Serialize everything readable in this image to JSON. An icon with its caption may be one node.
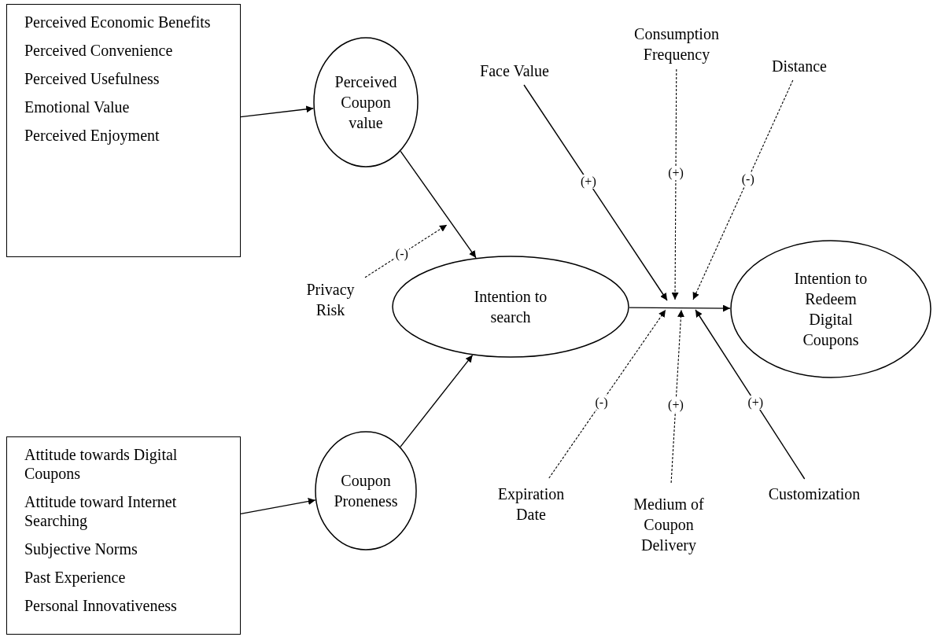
{
  "diagram": {
    "nodes": [
      {
        "text": [
          "Perceived Economic Benefits",
          "Perceived Convenience",
          "Perceived Usefulness",
          "Emotional Value",
          "Perceived Enjoyment"
        ]
      },
      {
        "text": [
          "Perceived Coupon value"
        ]
      },
      {
        "text": [
          "Privacy Risk"
        ]
      },
      {
        "text": [
          "Intention to search"
        ]
      },
      {
        "text": [
          "Attitude towards Digital Coupons",
          "Attitude toward Internet Searching",
          "Subjective Norms",
          "Past Experience",
          "Personal Innovativeness"
        ]
      },
      {
        "text": [
          "Coupon Proneness"
        ]
      },
      {
        "text": [
          "Face Value"
        ]
      },
      {
        "text": [
          "Consumption Frequency"
        ]
      },
      {
        "text": [
          "Distance"
        ]
      },
      {
        "text": [
          "Intention to Redeem Digital Coupons"
        ]
      },
      {
        "text": [
          "Expiration Date"
        ]
      },
      {
        "text": [
          "Medium of Coupon Delivery"
        ]
      },
      {
        "text": [
          "Customization"
        ]
      }
    ],
    "edges": [
      {
        "from": 0,
        "to": 1,
        "arrow": "to"
      },
      {
        "from": 1,
        "to": 3,
        "arrow": "to"
      },
      {
        "from": 2,
        "to": null,
        "arrow": "to",
        "label": "(-)",
        "style": "dashed"
      },
      {
        "from": 4,
        "to": 5,
        "arrow": "to"
      },
      {
        "from": 5,
        "to": 3,
        "arrow": "to"
      },
      {
        "from": 3,
        "to": 9,
        "arrow": "to"
      },
      {
        "from": 6,
        "to": null,
        "arrow": "to",
        "label": "(+)"
      },
      {
        "from": 7,
        "to": null,
        "arrow": "to",
        "label": "(+)",
        "style": "dashed"
      },
      {
        "from": 8,
        "to": null,
        "arrow": "to",
        "label": "(-)",
        "style": "dashed"
      },
      {
        "from": 10,
        "to": null,
        "arrow": "to",
        "label": "(-)",
        "style": "dashed"
      },
      {
        "from": 11,
        "to": null,
        "arrow": "to",
        "label": "(+)",
        "style": "dashed"
      },
      {
        "from": 12,
        "to": null,
        "arrow": "to",
        "label": "(+)"
      }
    ]
  }
}
